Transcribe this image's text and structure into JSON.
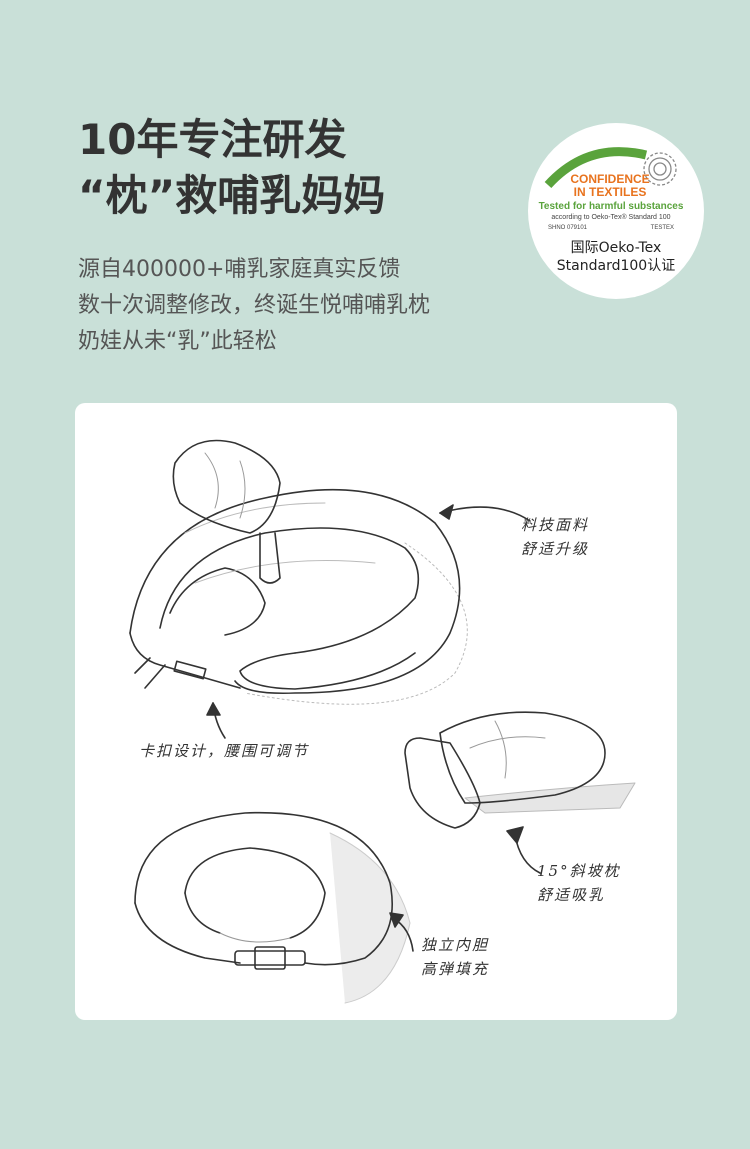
{
  "headline": {
    "line1": "10年专注研发",
    "line2": "“枕”救哺乳妈妈"
  },
  "intro": [
    "源自400000+哺乳家庭真实反馈",
    "数十次调整修改，终诞生悦哺哺乳枕",
    "奶娃从未“乳”此轻松"
  ],
  "badge": {
    "confidence": "CONFIDENCE",
    "in_textiles": "IN TEXTILES",
    "tested": "Tested for harmful substances",
    "according": "according to Oeko-Tex® Standard 100",
    "shno": "SHNO 079101",
    "testex": "TESTEX",
    "caption1": "国际Oeko-Tex",
    "caption2": "Standard100认证",
    "colors": {
      "orange": "#e8731e",
      "green": "#5aa33c"
    }
  },
  "notes": {
    "fabric": [
      "料技面料",
      "舒适升级"
    ],
    "buckle": "卡扣设计，腰围可调节",
    "slope": [
      "15°斜坡枕",
      "舒适吸乳"
    ],
    "filling": [
      "独立内胆",
      "高弹填充"
    ]
  },
  "colors": {
    "background": "#c9e0d8",
    "card": "#ffffff"
  }
}
